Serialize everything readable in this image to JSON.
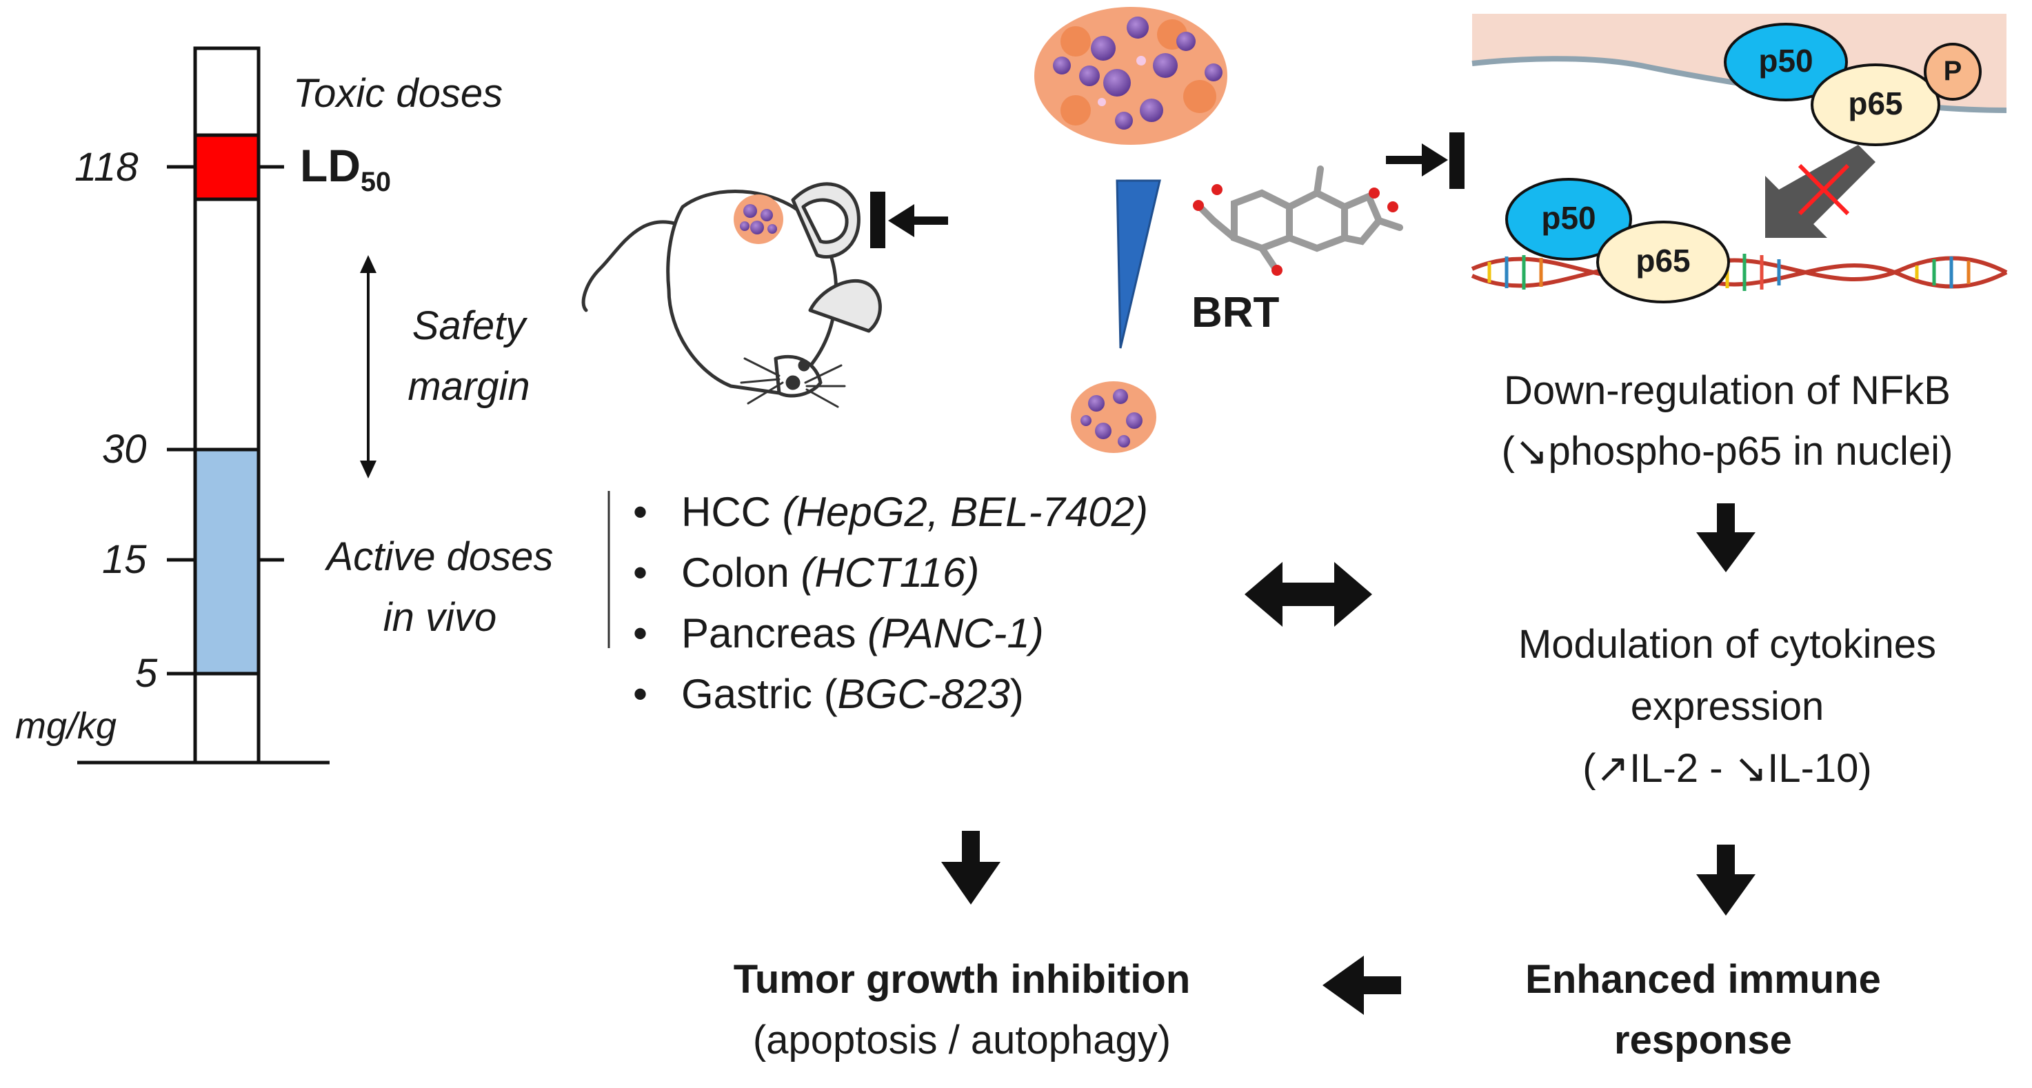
{
  "scale": {
    "toxic_label": "Toxic doses",
    "ld_main": "LD",
    "ld_sub": "50",
    "safety_line1": "Safety",
    "safety_line2": "margin",
    "active_line1": "Active doses",
    "active_line2": "in vivo",
    "unit": "mg/kg",
    "ticks": [
      "118",
      "30",
      "15",
      "5"
    ],
    "colors": {
      "toxic": "#ff0000",
      "active": "#9dc3e6"
    }
  },
  "compound": {
    "label": "BRT"
  },
  "cancers": {
    "items": [
      {
        "name": "HCC ",
        "lines": "(HepG2, BEL-7402)"
      },
      {
        "name": "Colon ",
        "lines": "(HCT116)"
      },
      {
        "name": "Pancreas ",
        "lines": "(PANC-1)"
      },
      {
        "name": "Gastric (",
        "lines": "BGC-823",
        "close": ")"
      }
    ]
  },
  "nfkb": {
    "p50": "p50",
    "p65": "p65",
    "p": "P",
    "downreg_line1": "Down-regulation of NFkB",
    "downreg_line2": "(↘phospho-p65 in nuclei)",
    "cytokine_line1": "Modulation of cytokines",
    "cytokine_line2": "expression",
    "cytokine_line3": "(↗IL-2 - ↘IL-10)"
  },
  "outcomes": {
    "tumor_title": "Tumor growth inhibition",
    "tumor_sub": "(apoptosis / autophagy)",
    "immune_line1": "Enhanced immune",
    "immune_line2": "response"
  }
}
